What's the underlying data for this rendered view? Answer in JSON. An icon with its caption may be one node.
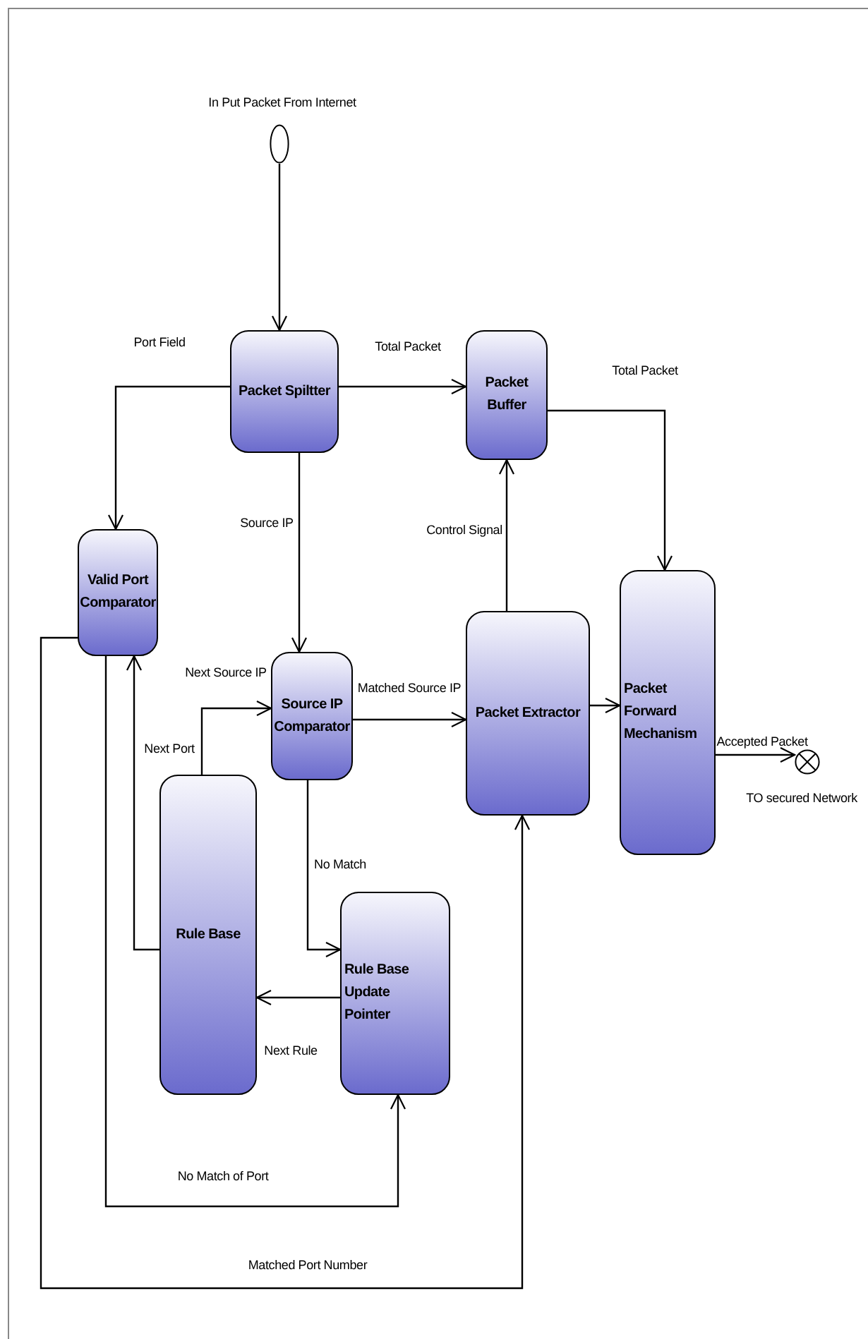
{
  "diagram": {
    "nodes": [
      {
        "text": [],
        "shape": "circle",
        "beside": [
          "In Put Packet From Internet"
        ]
      },
      {
        "text": [
          "Packet Spiltter"
        ]
      },
      {
        "text": [
          "Packet Buffer"
        ]
      },
      {
        "text": [
          "Valid Port Comparator"
        ]
      },
      {
        "text": [
          "Source IP Comparator"
        ]
      },
      {
        "text": [
          "Packet Extractor"
        ]
      },
      {
        "text": [
          "Packet Forward Mechanism"
        ]
      },
      {
        "text": [
          "Rule Base"
        ]
      },
      {
        "text": [
          "Rule Base Update Pointer"
        ]
      },
      {
        "text": [],
        "shape": "circle",
        "beside": [
          "TO secured Network"
        ]
      }
    ],
    "edges": [
      {
        "from": 0,
        "to": 1,
        "arrow": "to"
      },
      {
        "from": 1,
        "to": 2,
        "arrow": "to",
        "label": "Total Packet"
      },
      {
        "from": 1,
        "to": 3,
        "arrow": "to",
        "label": "Port Field"
      },
      {
        "from": 1,
        "to": 4,
        "arrow": "to",
        "label": "Source IP"
      },
      {
        "from": 2,
        "to": 6,
        "arrow": "to",
        "label": "Total Packet"
      },
      {
        "from": 5,
        "to": 2,
        "arrow": "to",
        "label": "Control Signal"
      },
      {
        "from": 4,
        "to": 5,
        "arrow": "to",
        "label": "Matched Source IP"
      },
      {
        "from": 5,
        "to": 6,
        "arrow": "to"
      },
      {
        "from": 6,
        "to": 9,
        "arrow": "to",
        "label": "Accepted Packet"
      },
      {
        "from": 7,
        "to": 4,
        "arrow": "to",
        "label": "Next Source IP"
      },
      {
        "from": 7,
        "to": 3,
        "arrow": "to",
        "label": "Next Port"
      },
      {
        "from": 4,
        "to": 8,
        "arrow": "to",
        "label": "No Match"
      },
      {
        "from": 8,
        "to": 7,
        "arrow": "to",
        "label": "Next  Rule"
      },
      {
        "from": 3,
        "to": 8,
        "arrow": "to",
        "label": "No Match of Port"
      },
      {
        "from": 3,
        "to": 5,
        "arrow": "to",
        "label": "Matched Port Number"
      }
    ]
  }
}
